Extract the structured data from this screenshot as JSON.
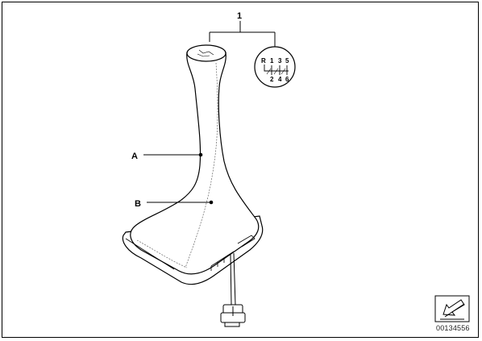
{
  "diagram": {
    "callout_main": "1",
    "label_a": "A",
    "label_b": "B",
    "shift_pattern": {
      "row_top": [
        "R",
        "1",
        "3",
        "5"
      ],
      "row_bottom": [
        "2",
        "4",
        "6"
      ]
    },
    "part_number": "00134556"
  },
  "icons": {
    "nav_arrow": "arrow-down-left-icon"
  }
}
